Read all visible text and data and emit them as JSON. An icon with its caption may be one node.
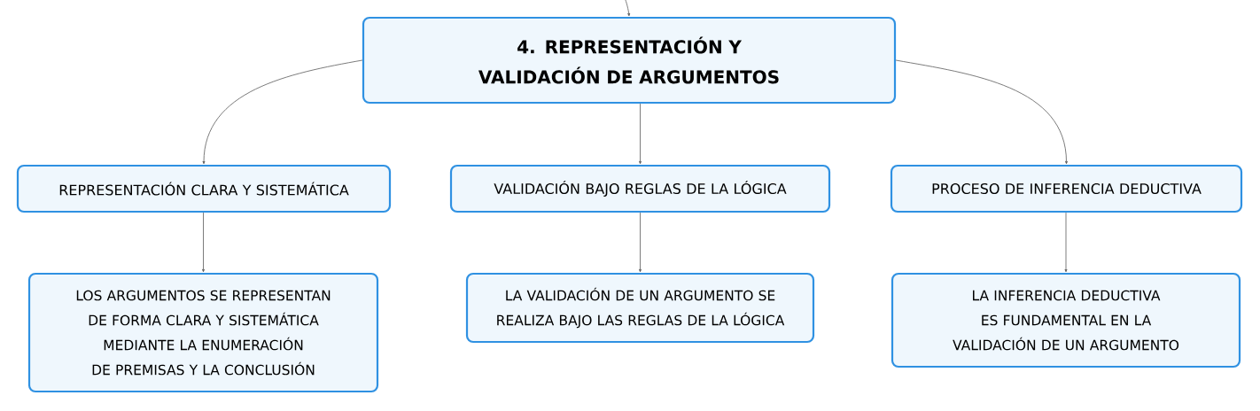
{
  "diagram": {
    "nodes": [
      {
        "text": [
          "4. REPRESENTACIÓN Y VALIDACIÓN DE ARGUMENTOS"
        ]
      },
      {
        "text": [
          "REPRESENTACIÓN CLARA Y SISTEMÁTICA"
        ]
      },
      {
        "text": [
          "VALIDACIÓN BAJO REGLAS DE LA LÓGICA"
        ]
      },
      {
        "text": [
          "PROCESO DE INFERENCIA DEDUCTIVA"
        ]
      },
      {
        "text": [
          "LOS ARGUMENTOS SE REPRESENTAN DE FORMA CLARA Y SISTEMÁTICA MEDIANTE LA ENUMERACIÓN DE PREMISAS Y LA CONCLUSIÓN"
        ]
      },
      {
        "text": [
          "LA VALIDACIÓN DE UN ARGUMENTO SE REALIZA BAJO LAS REGLAS DE LA LÓGICA"
        ]
      },
      {
        "text": [
          "LA INFERENCIA DEDUCTIVA ES FUNDAMENTAL EN LA VALIDACIÓN DE UN ARGUMENTO"
        ]
      }
    ],
    "edges": [
      {
        "from": null,
        "to": 0,
        "arrow": "to"
      },
      {
        "from": 0,
        "to": 1,
        "arrow": "to"
      },
      {
        "from": 0,
        "to": 2,
        "arrow": "to"
      },
      {
        "from": 0,
        "to": 3,
        "arrow": "to"
      },
      {
        "from": 1,
        "to": 4,
        "arrow": "to"
      },
      {
        "from": 2,
        "to": 5,
        "arrow": "to"
      },
      {
        "from": 3,
        "to": 6,
        "arrow": "to"
      }
    ]
  }
}
